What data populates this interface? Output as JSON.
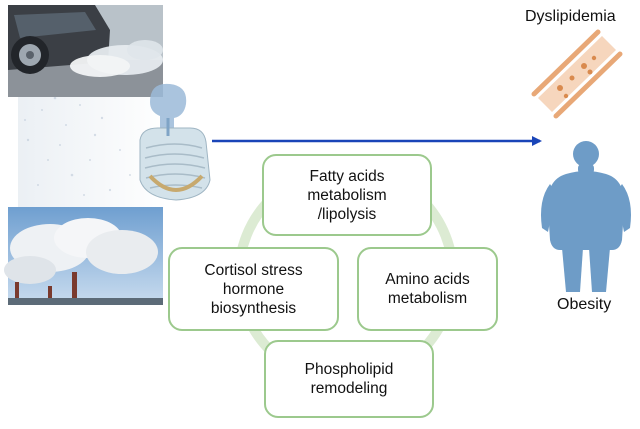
{
  "boxes": {
    "fatty_acids": "Fatty acids\nmetabolism\n/lipolysis",
    "amino_acids": "Amino acids\nmetabolism",
    "phospholipid": "Phospholipid\nremodeling",
    "cortisol": "Cortisol stress\nhormone\nbiosynthesis"
  },
  "outcomes": {
    "dyslipidemia": "Dyslipidemia",
    "obesity": "Obesity"
  },
  "icons": {
    "car_exhaust": "car-exhaust-photo",
    "lungs": "lungs-illustration",
    "smokestacks": "smokestacks-photo",
    "artery": "artery-plaque-icon",
    "body": "obese-body-silhouette"
  },
  "colors": {
    "arrow": "#1a45b8",
    "cycle": "#dcebd3",
    "box_border": "#9cc98d",
    "body": "#6e9cc7",
    "artery": "#e8a877"
  }
}
